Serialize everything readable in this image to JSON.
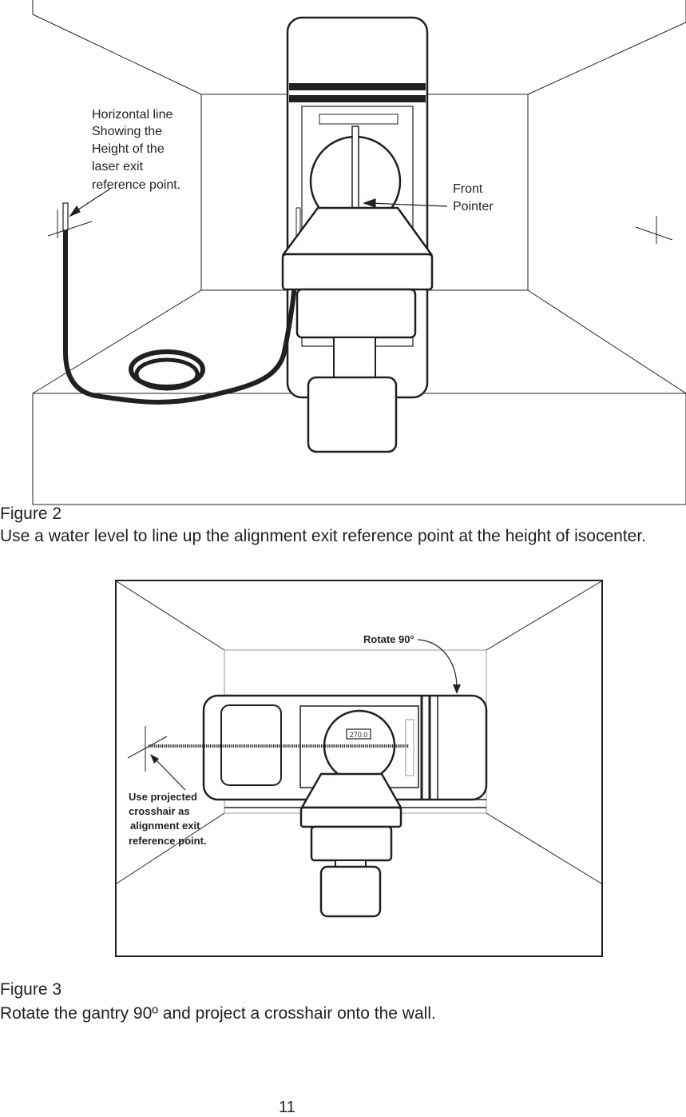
{
  "figure2": {
    "labels": {
      "horizontal_line": [
        "Horizontal line",
        "Showing the",
        "Height of the",
        "laser exit",
        "reference point."
      ],
      "front_pointer": [
        "Front",
        "Pointer"
      ]
    },
    "caption_title": "Figure 2",
    "caption_text": "Use a water level to line up the alignment exit reference point at the height of isocenter."
  },
  "figure3": {
    "labels": {
      "rotate": "Rotate 90°",
      "gantry_readout": "270.0",
      "projected": [
        "Use projected",
        "crosshair as",
        "alignment exit",
        "reference point."
      ]
    },
    "caption_title": "Figure 3",
    "caption_text": "Rotate the gantry 90º and project a crosshair onto the wall."
  },
  "page_number": "11"
}
